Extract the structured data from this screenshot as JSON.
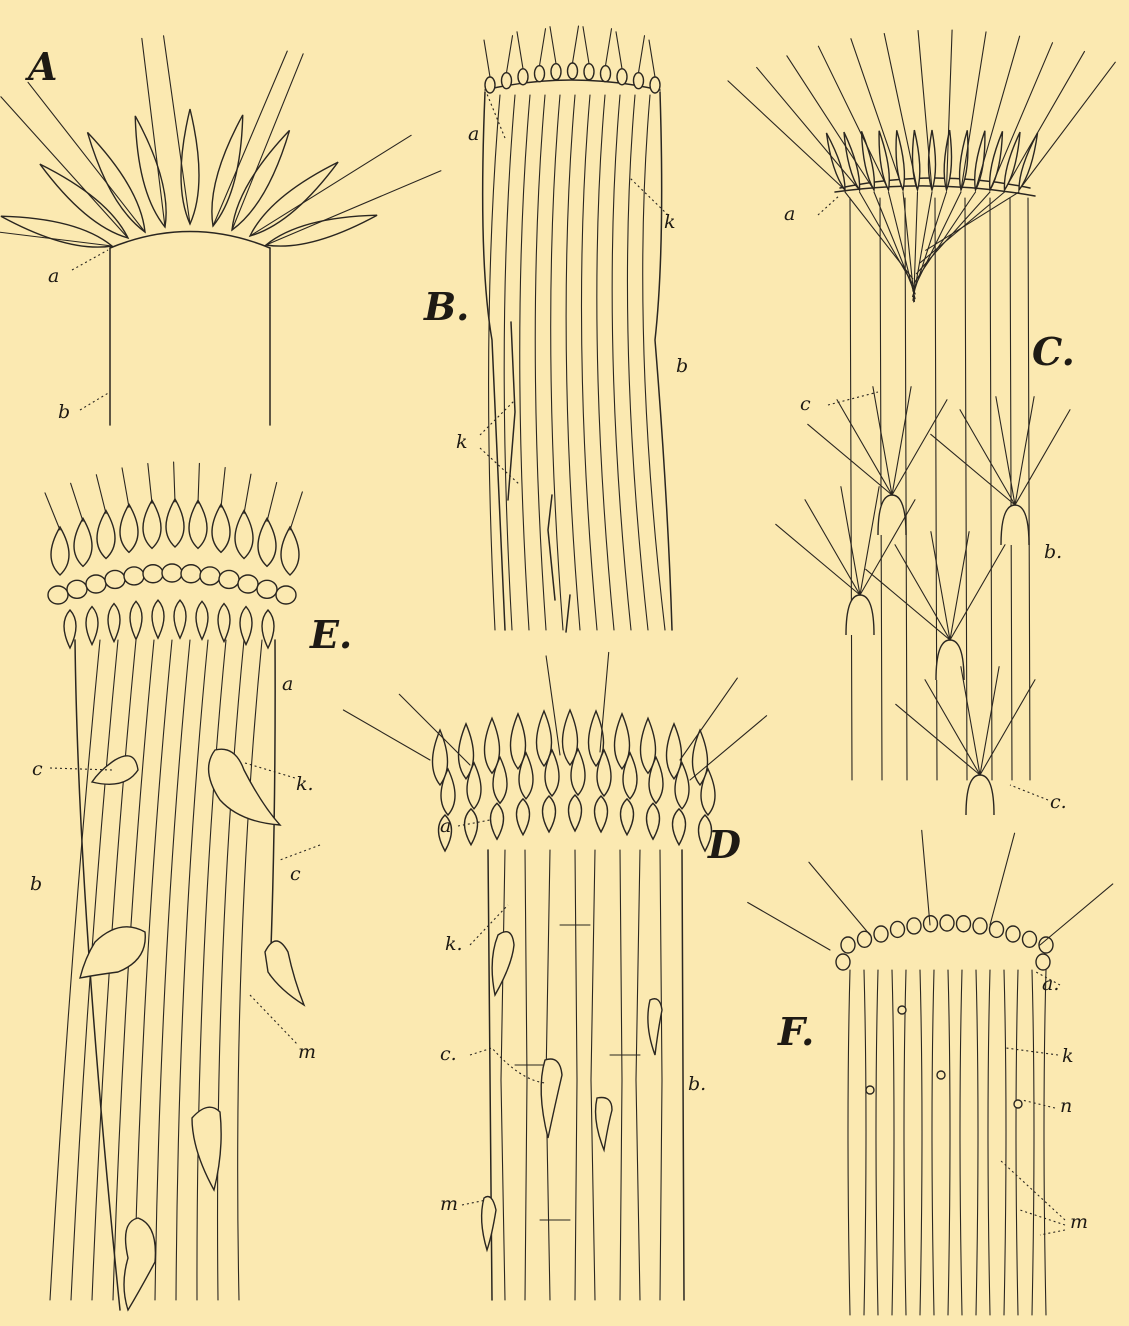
{
  "figures": {
    "A": {
      "label": "A",
      "parts": [
        "a",
        "b"
      ]
    },
    "B": {
      "label": "B.",
      "parts": [
        "a",
        "k",
        "b",
        "k"
      ]
    },
    "C": {
      "label": "C.",
      "parts": [
        "a",
        "c",
        "b.",
        "c."
      ]
    },
    "D": {
      "label": "D",
      "parts": [
        "a",
        "k.",
        "c.",
        "b.",
        "m"
      ]
    },
    "E": {
      "label": "E.",
      "parts": [
        "a",
        "c",
        "k.",
        "b",
        "c",
        "m"
      ]
    },
    "F": {
      "label": "F.",
      "parts": [
        "a.",
        "k",
        "n",
        "m"
      ]
    }
  },
  "colors": {
    "paper": "#fbe9b1",
    "ink": "#2a2620"
  }
}
